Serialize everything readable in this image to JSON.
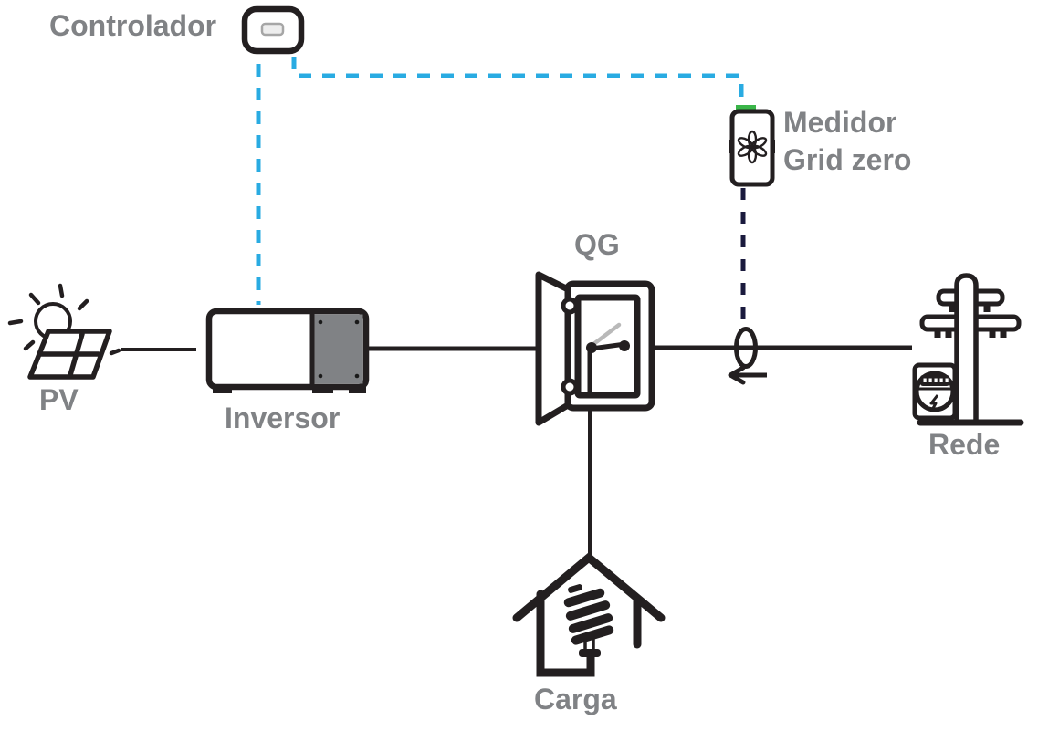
{
  "labels": {
    "controller": "Controlador",
    "meter_line1": "Medidor",
    "meter_line2": "Grid zero",
    "pv": "PV",
    "inverter": "Inversor",
    "panel": "QG",
    "grid": "Rede",
    "load": "Carga"
  },
  "colors": {
    "label_gray": "#808285",
    "line_black": "#231f20",
    "control_blue": "#29abe2",
    "sense_dash": "#1a1a3d",
    "meter_green": "#3ab549",
    "inverter_panel_gray": "#808285",
    "switch_gray": "#b9b9b9"
  },
  "icons": {
    "controller": "controller-device-icon",
    "meter": "grid-zero-meter-icon",
    "pv": "solar-panel-sun-icon",
    "inverter": "inverter-box-icon",
    "panel": "breaker-panel-open-door-icon",
    "grid": "utility-pole-meter-icon",
    "load": "house-cfl-bulb-icon",
    "ct": "ct-clamp-ellipse-icon",
    "arrow": "current-direction-left-arrow-icon"
  }
}
